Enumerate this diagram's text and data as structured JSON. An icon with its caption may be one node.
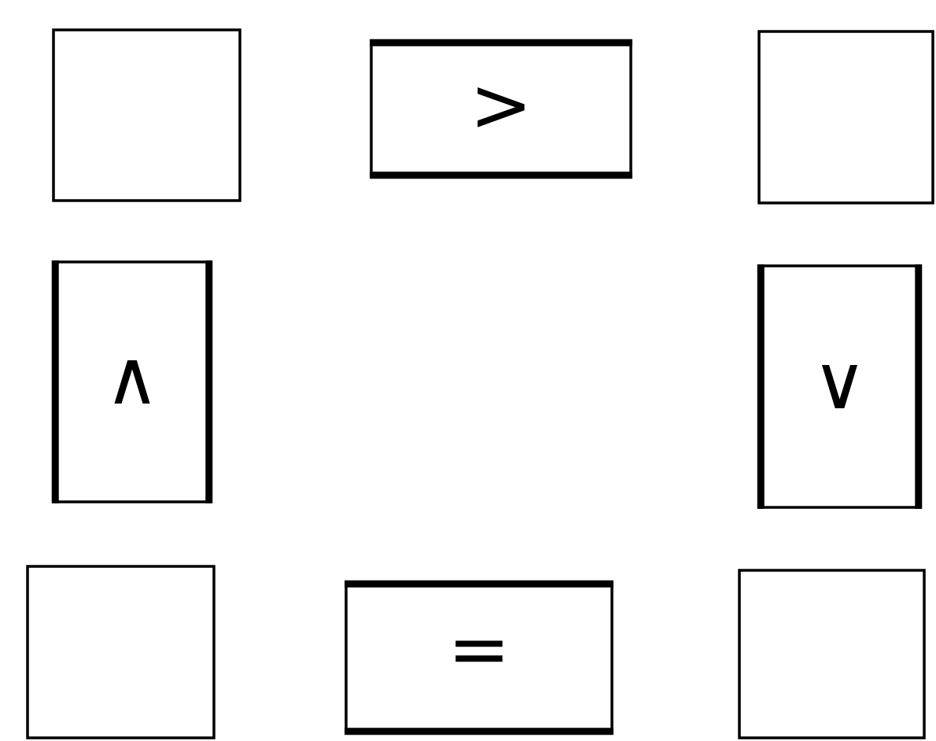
{
  "diagram": {
    "nodes": [
      {
        "text": [],
        "shape": "box"
      },
      {
        "text": [
          ">"
        ]
      },
      {
        "text": [],
        "shape": "box"
      },
      {
        "text": [
          "∧"
        ]
      },
      {
        "text": [
          "∨"
        ]
      },
      {
        "text": [],
        "shape": "box"
      },
      {
        "text": [
          "="
        ]
      },
      {
        "text": [],
        "shape": "box"
      }
    ]
  }
}
